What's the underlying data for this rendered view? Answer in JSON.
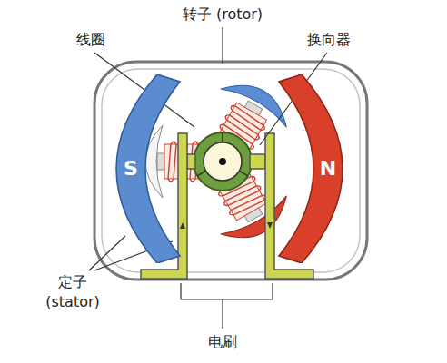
{
  "diagram": {
    "nodes": [
      {
        "text": [
          "S"
        ]
      },
      {
        "text": [
          "N"
        ]
      }
    ],
    "labels": [
      "转子 (rotor)",
      "线圈",
      "换向器",
      "定子 (stator)",
      "电刷"
    ]
  }
}
